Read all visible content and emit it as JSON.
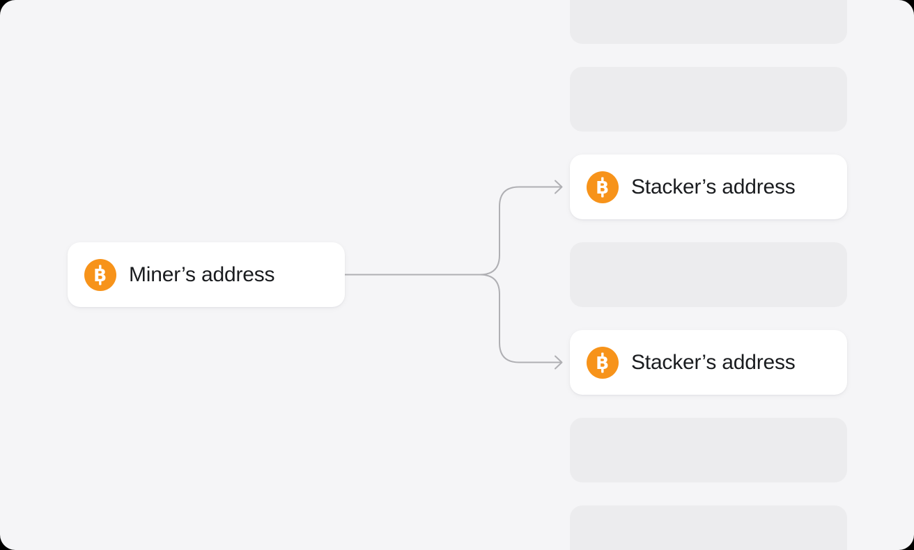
{
  "colors": {
    "canvas_bg": "#F5F5F7",
    "corner_bg": "#000000",
    "card_bg": "#FFFFFF",
    "placeholder_bg": "#ECECEE",
    "connector_line": "#AFAFB3",
    "bitcoin_orange": "#F7931A",
    "bitcoin_glyph": "#FFFFFF",
    "label_text": "#1A1C1F"
  },
  "miner_node": {
    "label": "Miner’s address",
    "icon": "bitcoin-icon"
  },
  "right_column": {
    "items": [
      {
        "type": "placeholder"
      },
      {
        "type": "placeholder"
      },
      {
        "type": "address-card",
        "label": "Stacker’s address",
        "icon": "bitcoin-icon"
      },
      {
        "type": "placeholder"
      },
      {
        "type": "address-card",
        "label": "Stacker’s address",
        "icon": "bitcoin-icon"
      },
      {
        "type": "placeholder"
      },
      {
        "type": "placeholder"
      }
    ]
  }
}
